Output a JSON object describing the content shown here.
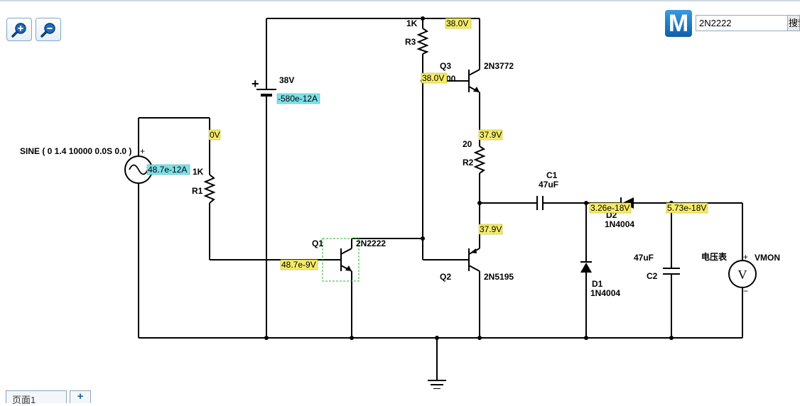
{
  "toolbar": {
    "zoom_in_icon": "zoom-in-icon",
    "zoom_out_icon": "zoom-out-icon"
  },
  "logo": {
    "text": "M"
  },
  "search": {
    "value": "2N2222",
    "button_label": "搜索"
  },
  "components": {
    "source": {
      "label": "SINE ( 0 1.4 10000 0.0S 0.0 )",
      "plus": "+"
    },
    "battery": {
      "value": "38V",
      "plus": "+"
    },
    "r1": {
      "name": "R1",
      "value": "1K"
    },
    "r2": {
      "name": "R2",
      "value": "20"
    },
    "r3": {
      "name": "R3",
      "value": "1K"
    },
    "q1": {
      "name": "Q1",
      "model": "2N2222"
    },
    "q2": {
      "name": "Q2",
      "model": "2N5195"
    },
    "q3": {
      "name": "Q3",
      "model": "2N3772",
      "extra": "00"
    },
    "c1": {
      "name": "C1",
      "value": "47uF"
    },
    "c2": {
      "name": "C2",
      "value": "47uF"
    },
    "d1": {
      "name": "D1",
      "model": "1N4004"
    },
    "d2": {
      "name": "D2",
      "model": "1N4004"
    },
    "meter": {
      "label": "电压表",
      "name": "VMON",
      "symbol": "V",
      "plus": "+",
      "minus": "−"
    }
  },
  "probes": {
    "p_0v": "0V",
    "p_src": "48.7e-12A",
    "p_bat": "-580e-12A",
    "p_top": "38.0V",
    "p_q3b": "38.0V",
    "p_q3e": "37.9V",
    "p_q2c": "37.9V",
    "p_q1b": "48.7e-9V",
    "p_c1out": "3.26e-18V",
    "p_c2": "5.73e-18V"
  },
  "colors": {
    "probe_voltage": "#f5ec6a",
    "probe_current": "#7fe0e8",
    "selection": "#22bb22",
    "wire": "#000000"
  },
  "tabs": {
    "page1": "页面1",
    "add": "+"
  }
}
